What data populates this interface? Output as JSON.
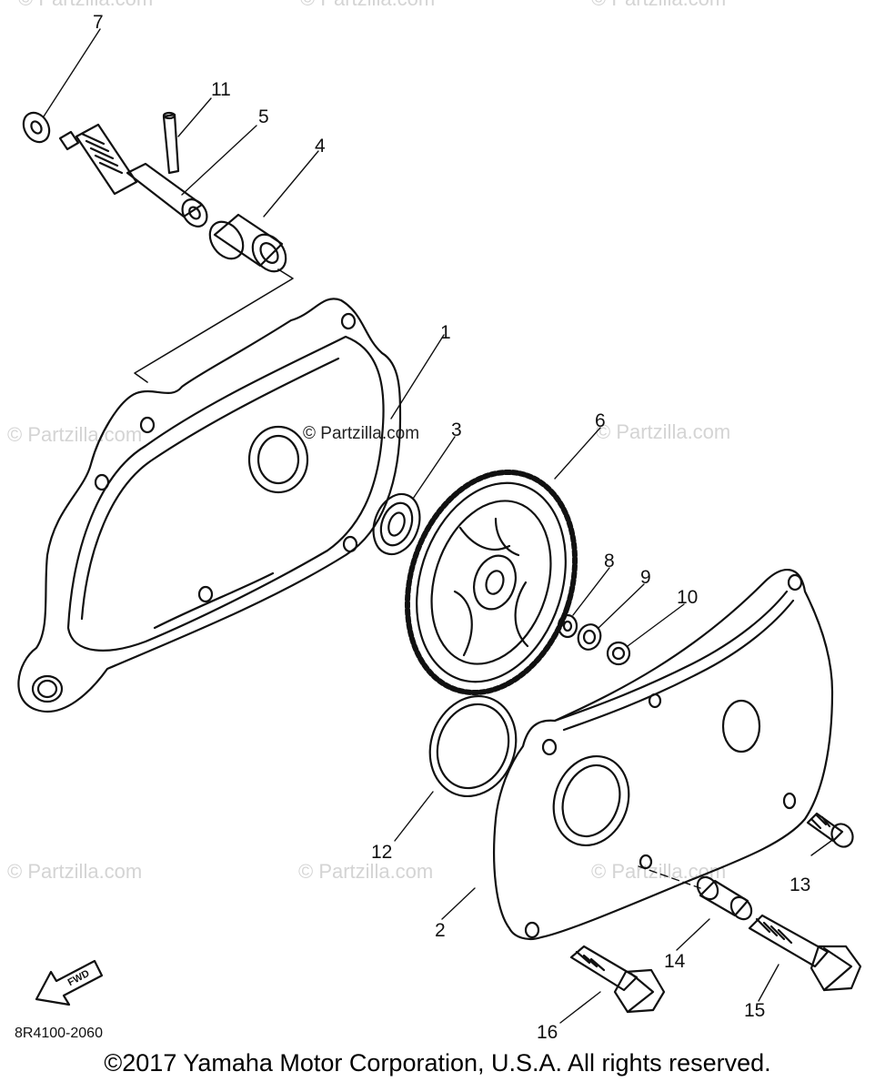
{
  "watermark": {
    "text": "© Partzilla.com",
    "center_text": "© Partzilla.com"
  },
  "callouts": {
    "p1": "1",
    "p2": "2",
    "p3": "3",
    "p4": "4",
    "p5": "5",
    "p6": "6",
    "p7": "7",
    "p8": "8",
    "p9": "9",
    "p10": "10",
    "p11": "11",
    "p12": "12",
    "p13": "13",
    "p14": "14",
    "p15": "15",
    "p16": "16"
  },
  "fwd_label": "FWD",
  "diagram_code": "8R4100-2060",
  "footer": "©2017 Yamaha Motor Corporation, U.S.A. All rights reserved."
}
